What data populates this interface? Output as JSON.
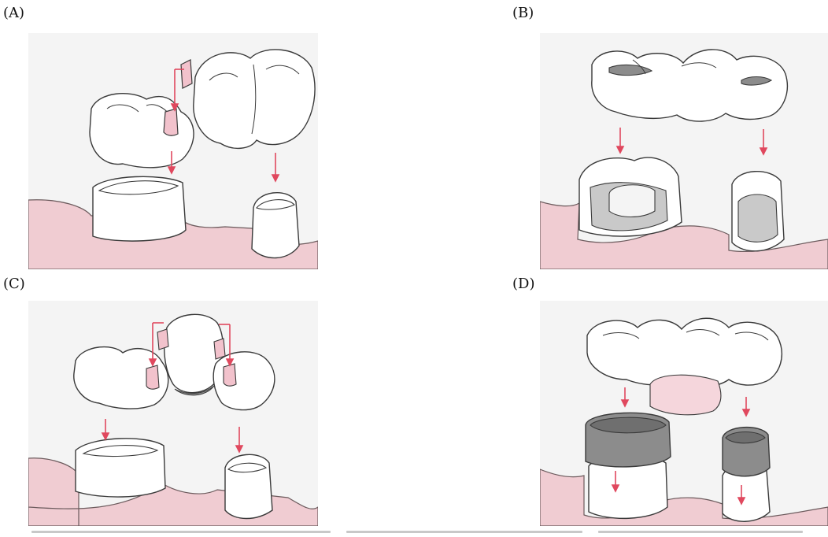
{
  "panels": [
    {
      "id": "a",
      "label": "(A)"
    },
    {
      "id": "b",
      "label": "(B)"
    },
    {
      "id": "c",
      "label": "(C)"
    },
    {
      "id": "d",
      "label": "(D)"
    }
  ],
  "colors": {
    "panel_bg": "#f4f4f4",
    "gum": "#f0ccd2",
    "gum_line": "#6b5a5c",
    "tooth_fill": "#ffffff",
    "outline": "#3a3a3a",
    "arrow": "#e0485e",
    "attachment": "#f2c2cc",
    "metal_dark": "#8c8c8c",
    "prep_gray": "#c9c9c9",
    "pontic_pink": "#f5d6dc"
  }
}
